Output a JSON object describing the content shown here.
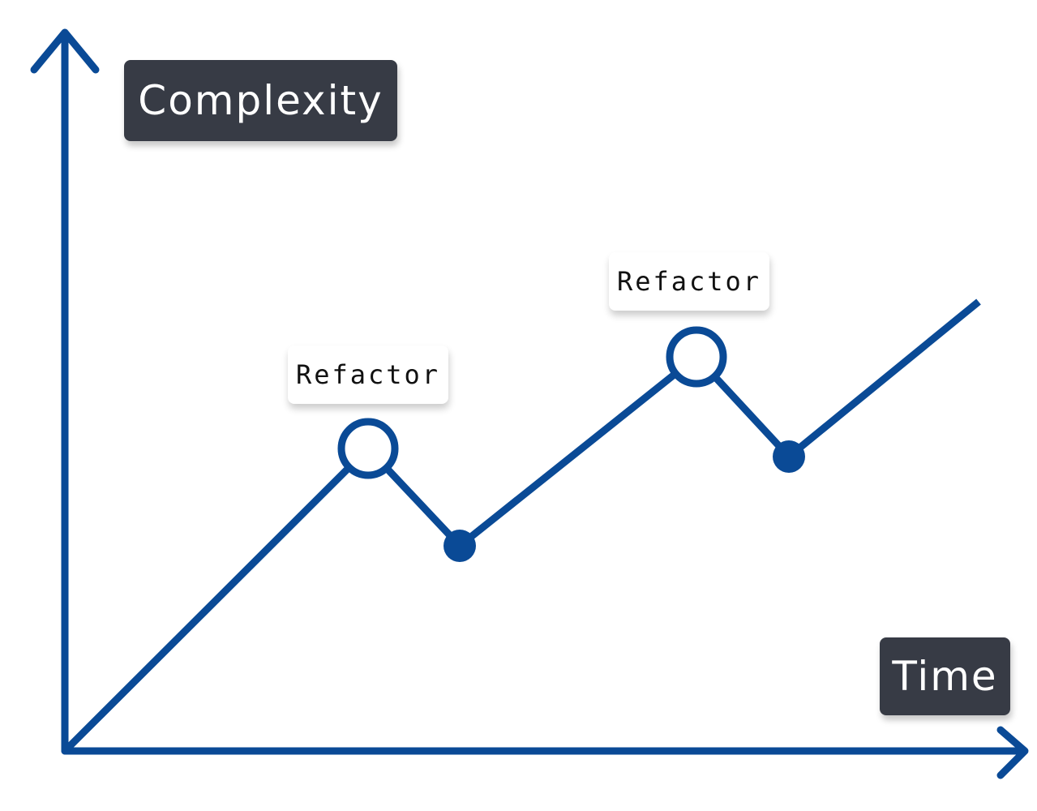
{
  "y_axis_label": "Complexity",
  "x_axis_label": "Time",
  "callouts": [
    "Refactor",
    "Refactor"
  ],
  "colors": {
    "line": "#0a4a96",
    "label_bg": "#373b45",
    "label_text": "#ffffff",
    "callout_bg": "#ffffff",
    "callout_text": "#111111"
  },
  "icons": {
    "peak_marker": "open-circle-icon",
    "trough_marker": "filled-circle-icon",
    "axis_end": "arrow-head-icon"
  }
}
